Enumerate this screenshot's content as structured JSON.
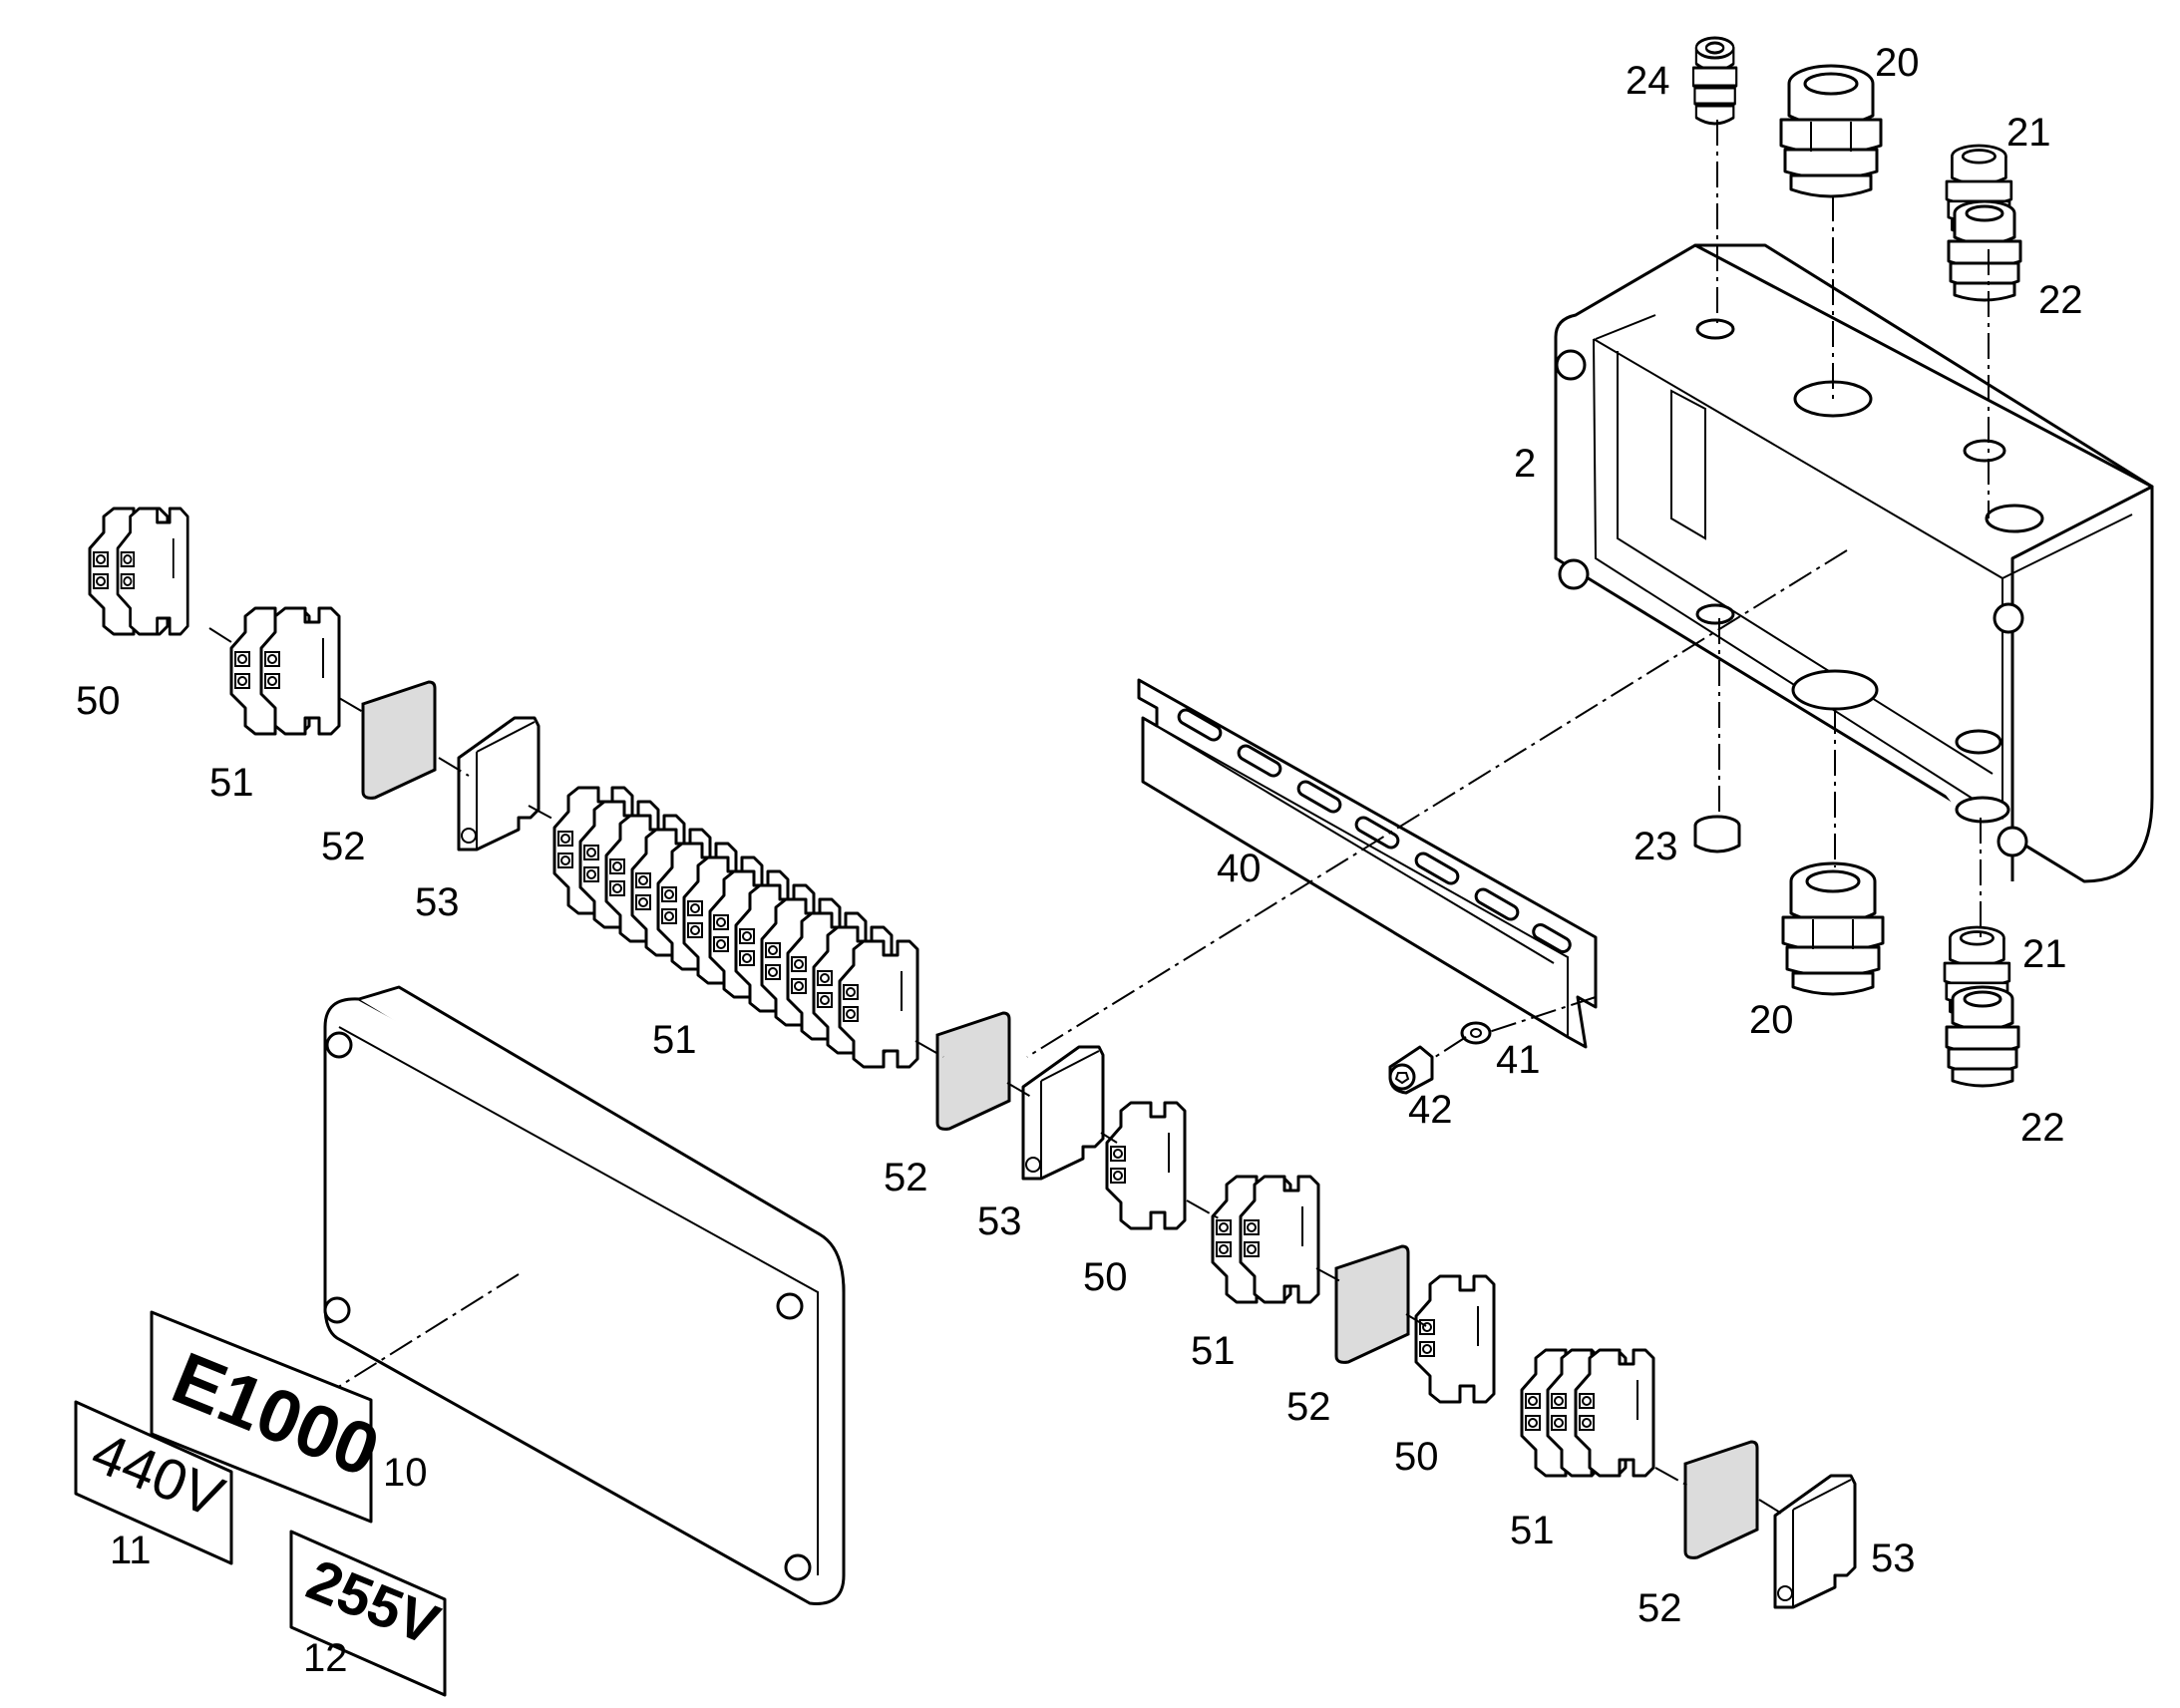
{
  "callouts": {
    "c2": "2",
    "c10": "10",
    "c11": "11",
    "c12": "12",
    "c20a": "20",
    "c20b": "20",
    "c21a": "21",
    "c21b": "21",
    "c22a": "22",
    "c22b": "22",
    "c23": "23",
    "c24": "24",
    "c40": "40",
    "c41": "41",
    "c42": "42",
    "c50a": "50",
    "c50b": "50",
    "c50c": "50",
    "c51a": "51",
    "c51b": "51",
    "c51c": "51",
    "c51d": "51",
    "c52a": "52",
    "c52b": "52",
    "c52c": "52",
    "c52d": "52",
    "c53a": "53",
    "c53b": "53",
    "c53c": "53"
  },
  "plates": {
    "model": "E1000",
    "voltage_440": "440V",
    "voltage_255": "255V"
  }
}
